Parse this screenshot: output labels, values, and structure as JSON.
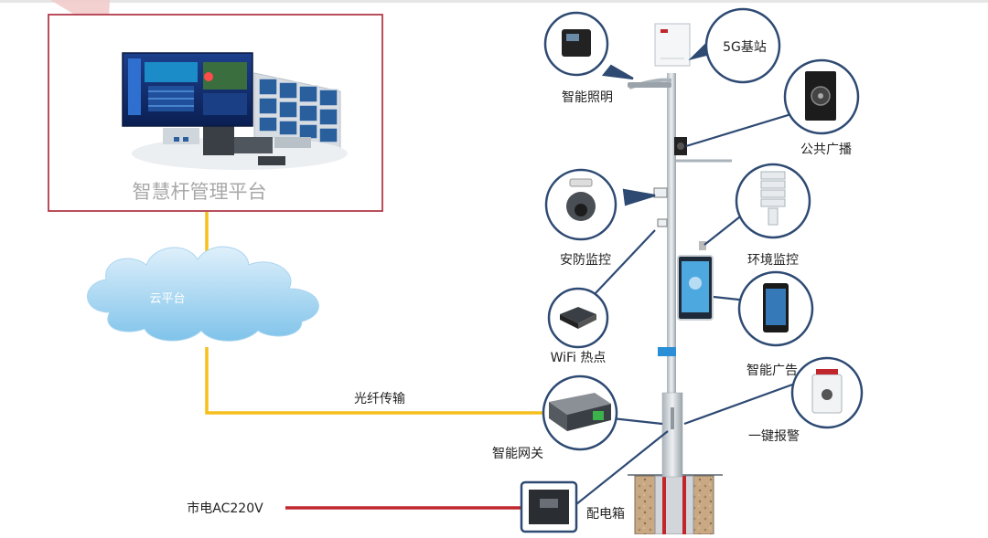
{
  "platform": {
    "title": "智慧杆管理平台"
  },
  "cloud": {
    "label": "云平台"
  },
  "fiber": {
    "label": "光纤传输"
  },
  "power": {
    "label": "市电AC220V"
  },
  "devices": {
    "lighting": "智能照明",
    "base_station": "5G基站",
    "broadcast": "公共广播",
    "security": "安防监控",
    "environment": "环境监控",
    "wifi": "WiFi 热点",
    "advertising": "智能广告",
    "alarm": "一键报警",
    "gateway": "智能网关",
    "distribution_box": "配电箱"
  },
  "colors": {
    "fiber_line": "#f5bf1c",
    "power_line": "#c0272d",
    "platform_border": "#b33a4a",
    "callout_ring": "#2e4a73",
    "pole": "#c9d0d6"
  }
}
